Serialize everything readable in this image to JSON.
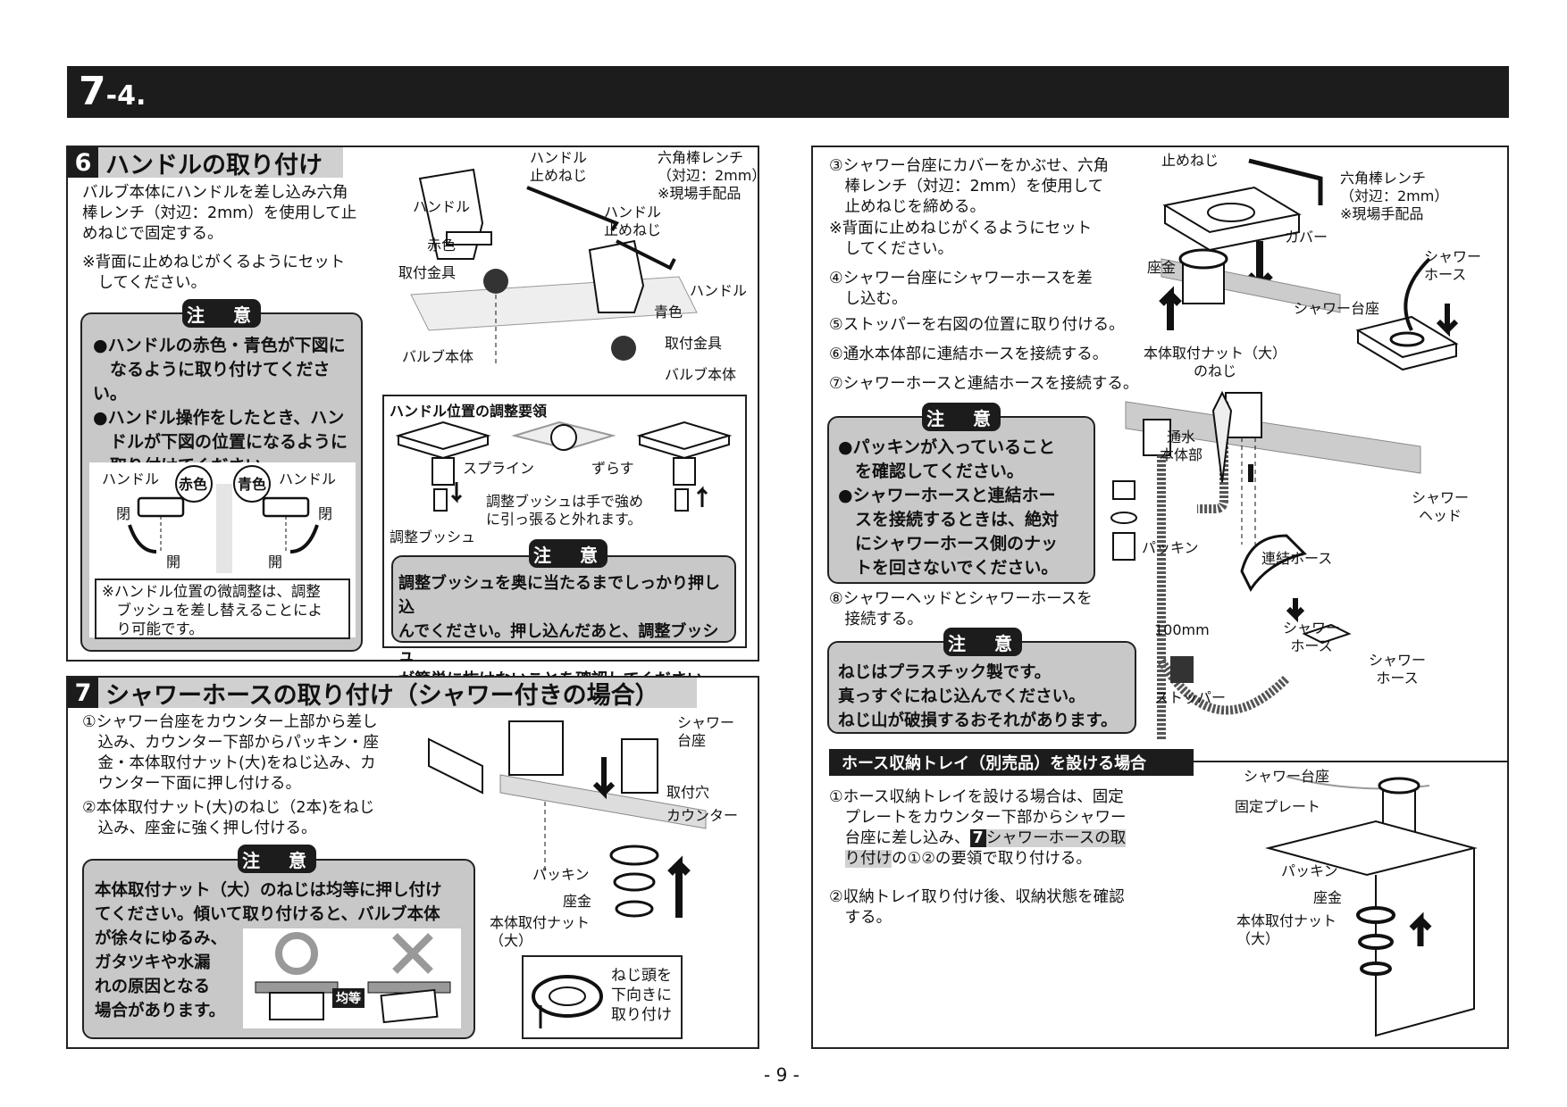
{
  "header": {
    "number": "7",
    "suffix": "-4."
  },
  "section6": {
    "num": "6",
    "title": "ハンドルの取り付け",
    "body": "バルブ本体にハンドルを差し込み六角\n棒レンチ（対辺：2mm）を使用して止\nめねじで固定する。",
    "note": "※背面に止めねじがくるようにセット\n　してください。",
    "caution_label": "注　意",
    "caution_text": "●ハンドルの赤色・青色が下図に\n　なるように取り付けてください。\n●ハンドル操作をしたとき、ハン\n　ドルが下図の位置になるように\n　取り付けてください。",
    "labels": {
      "handle_left": "ハンドル",
      "handle_right": "ハンドル",
      "red": "赤色",
      "blue": "青色",
      "close_l": "閉",
      "open_l": "開",
      "open_r": "開",
      "close_r": "閉"
    },
    "fine_note": "※ハンドル位置の微調整は、調整\n　ブッシュを差し替えることによ\n　り可能です。",
    "fig_labels": {
      "set_screw_1": "ハンドル\n止めねじ",
      "hex_wrench": "六角棒レンチ\n（対辺：2mm）\n※現場手配品",
      "handle_1": "ハンドル",
      "set_screw_2": "ハンドル\n止めねじ",
      "red": "赤色",
      "fitting_1": "取付金具",
      "handle_2": "ハンドル",
      "blue": "青色",
      "valve_1": "バルブ本体",
      "fitting_2": "取付金具",
      "valve_2": "バルブ本体"
    },
    "adjust": {
      "title": "ハンドル位置の調整要領",
      "spline": "スプライン",
      "shift": "ずらす",
      "bush": "調整ブッシュ",
      "bush_note": "調整ブッシュは手で強め\nに引っ張ると外れます。",
      "caution_label": "注　意",
      "caution_text": "調整ブッシュを奥に当たるまでしっかり押し込\nんでください。押し込んだあと、調整ブッシュ\nが簡単に抜けないことを確認してください。"
    }
  },
  "section7": {
    "num": "7",
    "title": "シャワーホースの取り付け（シャワー付きの場合）",
    "step1": "①シャワー台座をカウンター上部から差し\n　込み、カウンター下部からパッキン・座\n　金・本体取付ナット(大)をねじ込み、カ\n　ウンター下面に押し付ける。",
    "step2": "②本体取付ナット(大)のねじ（2本)をねじ\n　込み、座金に強く押し付ける。",
    "caution_label": "注　意",
    "caution_text_top": "本体取付ナット（大）のねじは均等に押し付け\nてください。傾いて取り付けると、バルブ本体",
    "caution_text_bottom": "が徐々にゆるみ、\nガタツキや水漏\nれの原因となる\n場合があります。",
    "even_label": "均等",
    "fig_labels": {
      "shower_base": "シャワー\n台座",
      "hole": "取付穴",
      "counter": "カウンター",
      "packing": "パッキン",
      "washer": "座金",
      "nut": "本体取付ナット\n（大）",
      "screw_head": "ねじ頭を\n下向きに\n取り付け"
    }
  },
  "right": {
    "step3": "③シャワー台座にカバーをかぶせ、六角\n　棒レンチ（対辺：2mm）を使用して\n　止めねじを締める。",
    "note3": "※背面に止めねじがくるようにセット\n　してください。",
    "step4": "④シャワー台座にシャワーホースを差\n　し込む。",
    "step5": "⑤ストッパーを右図の位置に取り付ける。",
    "step6": "⑥通水本体部に連結ホースを接続する。",
    "step7": "⑦シャワーホースと連結ホースを接続する。",
    "caution1_label": "注　意",
    "caution1_text": "●パッキンが入っていること\n　を確認してください。\n●シャワーホースと連結ホー\n　スを接続するときは、絶対\n　にシャワーホース側のナッ\n　トを回さないでください。",
    "step8": "⑧シャワーヘッドとシャワーホースを\n　接続する。",
    "caution2_label": "注　意",
    "caution2_text": "ねじはプラスチック製です。\n真っすぐにねじ込んでください。\nねじ山が破損するおそれがあります。",
    "fig_labels": {
      "set_screw": "止めねじ",
      "hex_wrench": "六角棒レンチ\n（対辺：2mm）\n※現場手配品",
      "cover": "カバー",
      "washer": "座金",
      "shower_hose_top": "シャワー\nホース",
      "shower_base": "シャワー台座",
      "nut_screw": "本体取付ナット（大）\nのねじ",
      "water_body": "通水\n本体部",
      "packing": "パッキン",
      "connect_hose": "連結ホース",
      "shower_head": "シャワー\nヘッド",
      "distance": "100mm",
      "shower_hose_mid": "シャワー\nホース",
      "shower_hose_right": "シャワー\nホース",
      "stopper": "ストッパー"
    },
    "tray": {
      "bar": "ホース収納トレイ（別売品）を設ける場合",
      "step1_a": "①ホース収納トレイを設ける場合は、固定\n　プレートをカウンター下部からシャワー\n　台座に差し込み、",
      "ref_num": "7",
      "ref_title": "シャワーホースの取",
      "ref_title2": "り付け",
      "step1_b": "の①②の要領で取り付ける。",
      "step2": "②収納トレイ取り付け後、収納状態を確認\n　する。",
      "fig_labels": {
        "shower_base": "シャワー台座",
        "fixing_plate": "固定プレート",
        "packing": "パッキン",
        "washer": "座金",
        "nut": "本体取付ナット\n（大）"
      }
    }
  },
  "footer": {
    "page": "- 9 -"
  }
}
